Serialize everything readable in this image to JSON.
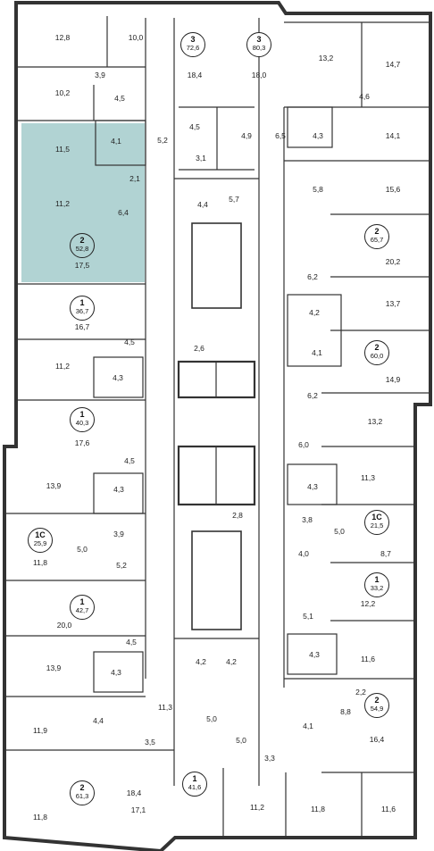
{
  "highlight_color": "#a8cece",
  "apartments": [
    {
      "id": "a1",
      "type": "3",
      "area": "72,6"
    },
    {
      "id": "a2",
      "type": "3",
      "area": "80,3"
    },
    {
      "id": "a3",
      "type": "2",
      "area": "65,7"
    },
    {
      "id": "a4",
      "type": "2",
      "area": "52,8"
    },
    {
      "id": "a5",
      "type": "1",
      "area": "36,7"
    },
    {
      "id": "a6",
      "type": "2",
      "area": "60,0"
    },
    {
      "id": "a7",
      "type": "1",
      "area": "40,3"
    },
    {
      "id": "a8",
      "type": "1С",
      "area": "25,9"
    },
    {
      "id": "a9",
      "type": "1С",
      "area": "21,5"
    },
    {
      "id": "a10",
      "type": "1",
      "area": "33,2"
    },
    {
      "id": "a11",
      "type": "1",
      "area": "42,7"
    },
    {
      "id": "a12",
      "type": "2",
      "area": "54,9"
    },
    {
      "id": "a13",
      "type": "1",
      "area": "41,6"
    },
    {
      "id": "a14",
      "type": "2",
      "area": "61,3"
    }
  ],
  "rooms": [
    "12,8",
    "10,0",
    "18,4",
    "18,0",
    "13,2",
    "14,7",
    "3,9",
    "10,2",
    "4,5",
    "4,6",
    "4,5",
    "4,9",
    "6,5",
    "4,3",
    "14,1",
    "11,5",
    "4,1",
    "5,2",
    "3,1",
    "2,1",
    "5,8",
    "15,6",
    "11,2",
    "6,4",
    "4,4",
    "5,7",
    "20,2",
    "17,5",
    "6,2",
    "4,2",
    "13,7",
    "16,7",
    "4,5",
    "2,6",
    "4,1",
    "11,2",
    "4,3",
    "14,9",
    "6,2",
    "13,2",
    "6,0",
    "17,6",
    "4,5",
    "13,9",
    "4,3",
    "11,3",
    "4,3",
    "2,8",
    "3,8",
    "5,0",
    "3,9",
    "5,0",
    "4,0",
    "11,8",
    "5,2",
    "8,7",
    "12,2",
    "20,0",
    "5,1",
    "4,5",
    "11,6",
    "13,9",
    "4,3",
    "4,2",
    "4,2",
    "4,3",
    "2,2",
    "11,3",
    "8,8",
    "11,9",
    "4,4",
    "5,0",
    "4,1",
    "16,4",
    "3,5",
    "5,0",
    "3,3",
    "17,1",
    "11,2",
    "11,8",
    "11,6",
    "11,8",
    "18,4"
  ]
}
